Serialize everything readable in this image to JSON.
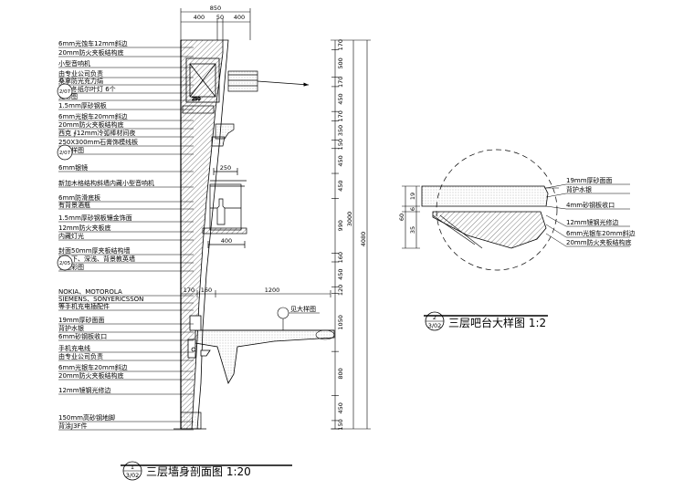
{
  "left_section": {
    "title": "三层墙身剖面图 1:20",
    "symbol": {
      "top": "1",
      "bottom": "3/02"
    },
    "top_dims": {
      "total": "850",
      "a": "400",
      "b": "50",
      "c": "400"
    },
    "labels": [
      "6mm光蚀车12mm斜边",
      "20mm防火夹板结构底",
      "小型音响机",
      "由专业公司负责",
      "桑拿防光充力绢",
      "内嵌冬纸尔叶灯 6个",
      "见彩图",
      "1.5mm厚砂钢板",
      "6mm光银车20mm斜边",
      "20mm防火夹板结构底",
      "西克 ∮12mm冷弧棒材间夜",
      "250X300mm石膏饰模线板",
      "见大样图",
      "6mm银镜",
      "新加木格结构斜墙内藏小型音响机",
      "6mm防滑底板",
      "有背景酒瓶",
      "1.5mm厚砂钢板镶金饰面",
      "12mm防火夹板底",
      "内藏灯光",
      "封面50mm厚夹板结构墙",
      "墙上下、深浅、背景教英墙",
      "参见彩图",
      "NOKIA、MOTOROLA",
      "SIEMENS、SONYERICSSON",
      "等手机充电插配件",
      "19mm厚砂面面",
      "背护水银",
      "6mm砂钢板收口",
      "手机充电线",
      "由专业公司负责",
      "6mm光银车20mm斜边",
      "20mm防火夹板结构底",
      "12mm镜钢光修边",
      "150mm高砂钢地脚",
      "背涂J3F件"
    ],
    "bubble_refs": [
      "2/07",
      "2/07",
      "2/05"
    ],
    "inner_dims": {
      "d250": "250",
      "d400": "400",
      "d170": "170",
      "d160": "160",
      "d1200": "1200"
    },
    "inner_label": "见大样图",
    "vert_dims": [
      "170",
      "500",
      "170",
      "450",
      "170",
      "350",
      "150",
      "450",
      "450",
      "990",
      "160",
      "450",
      "120",
      "1050",
      "800",
      "450",
      "150"
    ],
    "vert_total_inner": "3000",
    "vert_total": "4080"
  },
  "right_section": {
    "title": "三层吧台大样图 1:2",
    "symbol": {
      "top": "2",
      "bottom": "3/02"
    },
    "labels": [
      "19mm厚砂面面",
      "背护水银",
      "4mm砂钢板收口",
      "12mm镜钢光修边",
      "6mm光银车20mm斜边",
      "20mm防火夹板结构底"
    ],
    "dims": {
      "d19": "19",
      "d6": "6",
      "d60": "60",
      "d35": "35"
    }
  }
}
